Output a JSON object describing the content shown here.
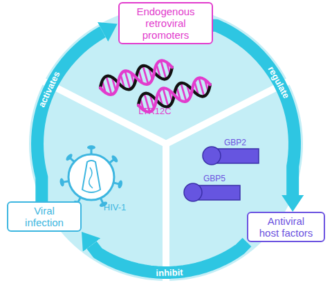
{
  "diagram": {
    "nodes": [
      {
        "text": [
          "Endogenous retroviral promoters"
        ]
      },
      {
        "text": [
          "Viral infection"
        ]
      },
      {
        "text": [
          "Antiviral host factors"
        ]
      }
    ],
    "edges": [
      {
        "from": 1,
        "to": 0,
        "label": "activates",
        "arrow": "to"
      },
      {
        "from": 0,
        "to": 2,
        "label": "regulate",
        "arrow": "to"
      },
      {
        "from": 2,
        "to": 1,
        "label": "inhibit",
        "arrow": "to"
      }
    ],
    "labels": [
      "LTR12C",
      "HIV-1",
      "GBP2",
      "GBP5"
    ]
  }
}
